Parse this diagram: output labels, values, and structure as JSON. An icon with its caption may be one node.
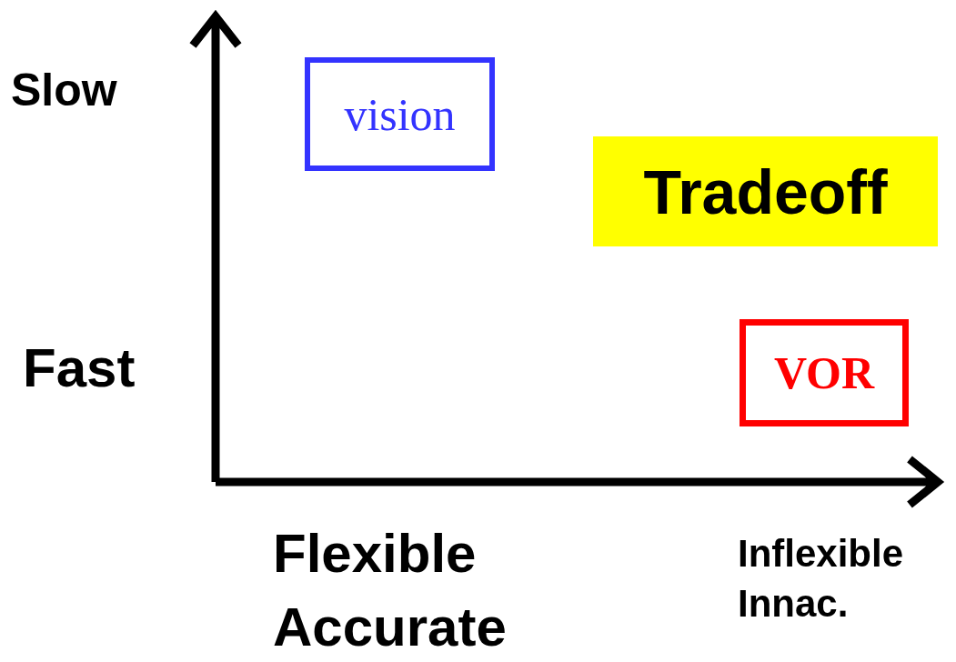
{
  "diagram": {
    "nodes": [
      {
        "text": [
          "vision"
        ]
      },
      {
        "text": [
          "Tradeoff"
        ]
      },
      {
        "text": [
          "VOR"
        ]
      }
    ],
    "labels": [
      "Slow",
      "Fast",
      "Flexible Accurate",
      "Inflexible Innac."
    ]
  }
}
